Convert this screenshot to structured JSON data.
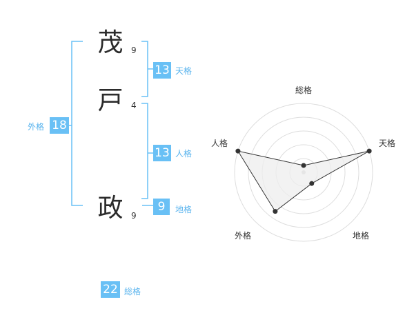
{
  "name": {
    "chars": [
      {
        "char": "茂",
        "strokes": "9"
      },
      {
        "char": "戸",
        "strokes": "4"
      },
      {
        "char": "政",
        "strokes": "9"
      }
    ]
  },
  "kaku": {
    "tenkaku": {
      "value": "13",
      "label": "天格"
    },
    "jinkaku": {
      "value": "13",
      "label": "人格"
    },
    "chikaku": {
      "value": "9",
      "label": "地格"
    },
    "gaikaku": {
      "value": "18",
      "label": "外格"
    },
    "soukaku": {
      "value": "22",
      "label": "総格"
    }
  },
  "colors": {
    "accent": "#69c0f5",
    "bracket": "#69c0f5",
    "radar_fill": "#eeeeee",
    "radar_line": "#333333"
  },
  "chart_data": {
    "type": "radar",
    "axes": [
      "総格",
      "天格",
      "地格",
      "外格",
      "人格"
    ],
    "values": [
      0.1,
      1.0,
      0.2,
      0.7,
      1.0
    ],
    "max": 1.0,
    "rings": 5
  }
}
